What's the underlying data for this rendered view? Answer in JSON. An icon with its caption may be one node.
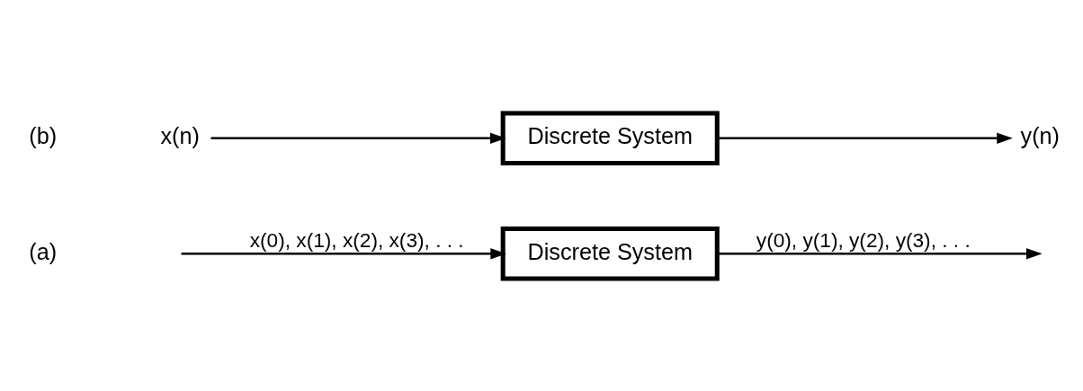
{
  "diagram": {
    "nodes": [
      {
        "text": [
          "Discrete System"
        ]
      },
      {
        "text": [
          "x(n)"
        ]
      },
      {
        "text": [
          "Discrete System"
        ]
      },
      {
        "text": [
          "y(n)"
        ]
      }
    ],
    "edges": [
      {
        "from": null,
        "to": 0,
        "arrow": "to",
        "label": "x(0), x(1), x(2), x(3), . . ."
      },
      {
        "from": 0,
        "to": null,
        "arrow": "to",
        "label": "y(0), y(1), y(2), y(3), . . ."
      },
      {
        "from": 1,
        "to": 2,
        "arrow": "to"
      },
      {
        "from": 2,
        "to": 3,
        "arrow": "to"
      }
    ],
    "labels": [
      "(a)",
      "(b)"
    ]
  }
}
